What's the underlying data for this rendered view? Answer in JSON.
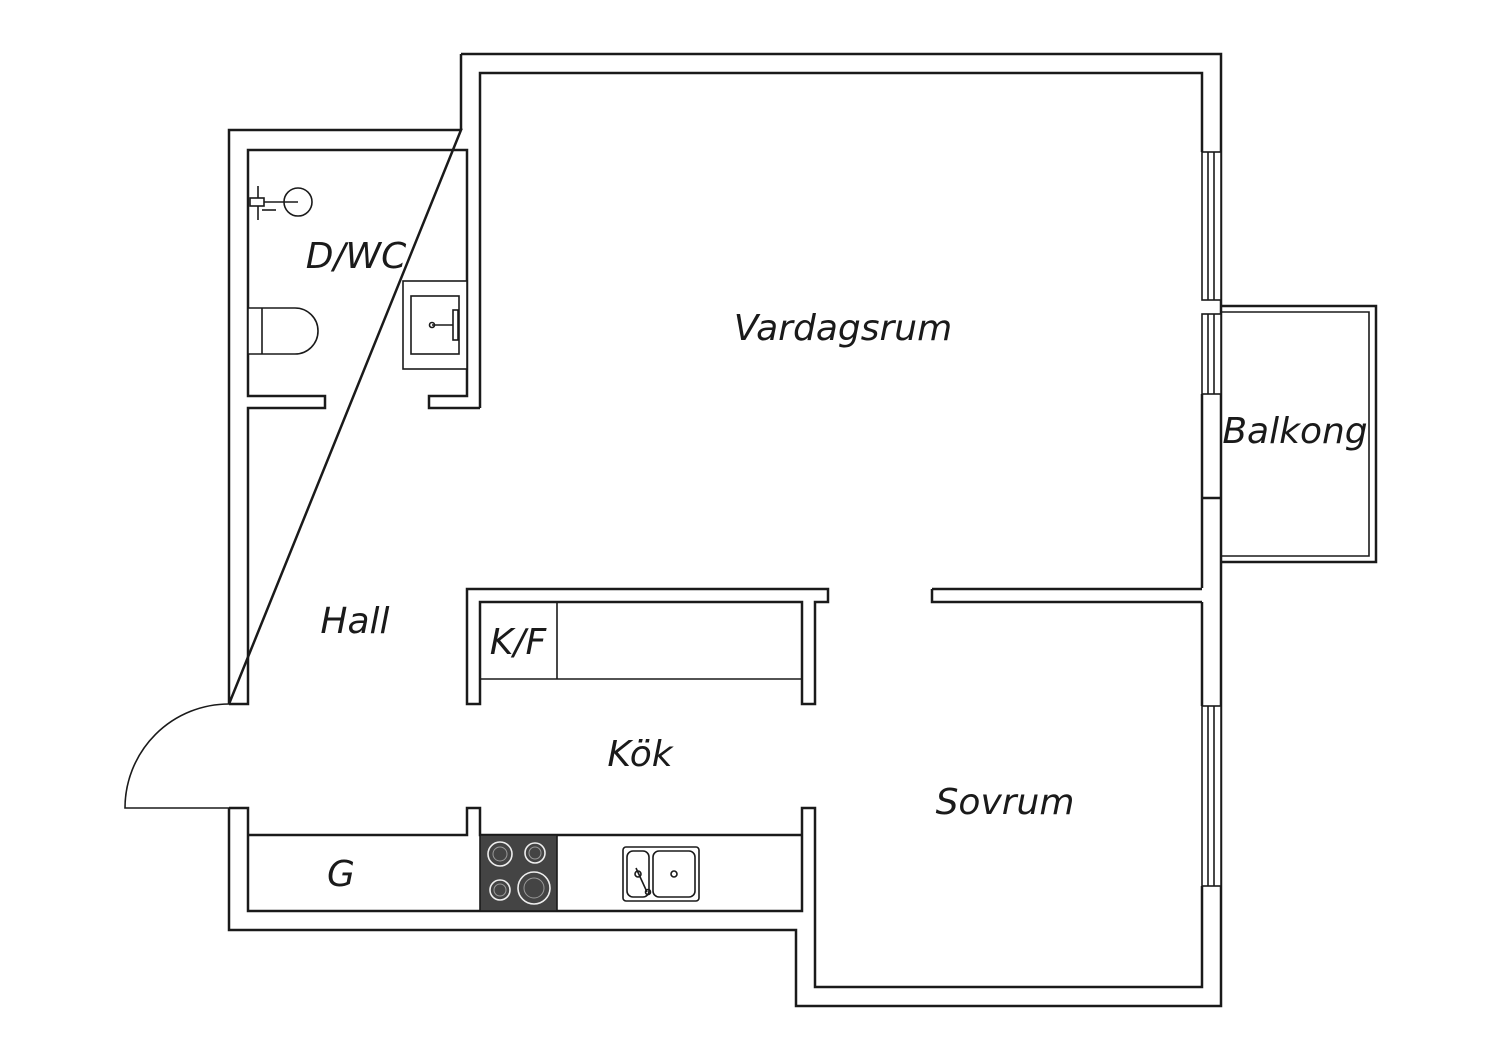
{
  "rooms": {
    "dwc": "D/WC",
    "vardagsrum": "Vardagsrum",
    "balkong": "Balkong",
    "hall": "Hall",
    "kf": "K/F",
    "kok": "Kök",
    "sovrum": "Sovrum",
    "g": "G"
  },
  "colors": {
    "line": "#1a1a1a",
    "hob": "#444444",
    "background": "#ffffff"
  }
}
